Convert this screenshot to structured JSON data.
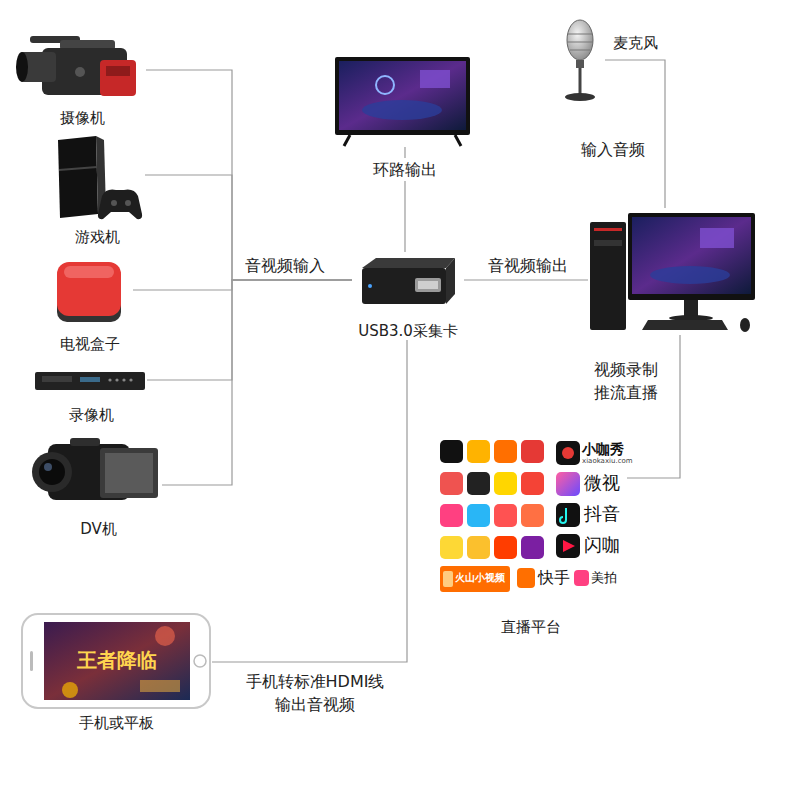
{
  "diagram": {
    "nodes": [
      {
        "text": [
          "摄像机"
        ]
      },
      {
        "text": [
          "游戏机"
        ]
      },
      {
        "text": [
          "电视盒子"
        ]
      },
      {
        "text": [
          "录像机"
        ]
      },
      {
        "text": [
          "DV机"
        ]
      },
      {
        "text": []
      },
      {
        "text": [
          "USB3.0采集卡"
        ]
      },
      {
        "text": [
          "麦克风"
        ]
      },
      {
        "text": []
      },
      {
        "text": [
          "直播平台"
        ]
      },
      {
        "text": [
          "手机或平板"
        ]
      }
    ],
    "edges": [
      {
        "from": 0,
        "to": 6,
        "arrow": "none"
      },
      {
        "from": 1,
        "to": 6,
        "label": "音视频输入",
        "arrow": "none"
      },
      {
        "from": 2,
        "to": 6,
        "arrow": "none"
      },
      {
        "from": 3,
        "to": 6,
        "arrow": "none"
      },
      {
        "from": 4,
        "to": 6,
        "arrow": "none"
      },
      {
        "from": 6,
        "to": 5,
        "label": "环路输出",
        "arrow": "none"
      },
      {
        "from": 7,
        "to": 8,
        "label": "输入音频",
        "arrow": "none"
      },
      {
        "from": 6,
        "to": 8,
        "label": "音视频输出",
        "arrow": "none"
      },
      {
        "from": 8,
        "to": 9,
        "label": "视频录制 推流直播",
        "arrow": "none"
      },
      {
        "from": 10,
        "to": 6,
        "label": "手机转标准HDMI线 输出音视频",
        "arrow": "none"
      }
    ],
    "labels": [
      "小咖秀",
      "xiaokaxiu.com",
      "微视",
      "抖音",
      "闪咖",
      "火山小视频",
      "快手",
      "美拍",
      "王者降临"
    ]
  }
}
